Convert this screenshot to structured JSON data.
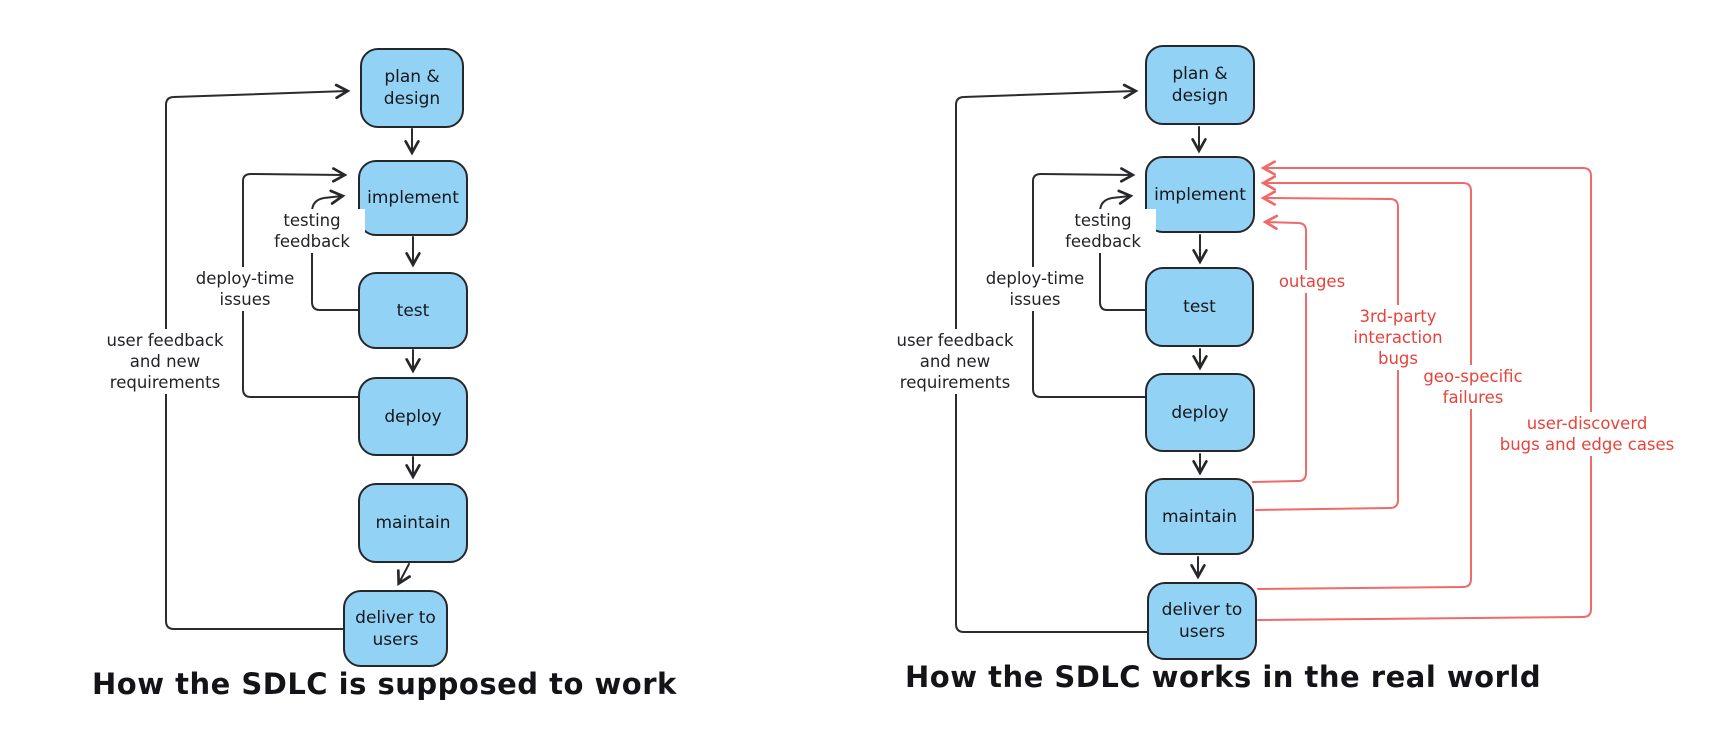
{
  "colors": {
    "box_fill": "#92d3f5",
    "stroke": "#26262b",
    "red_text": "#e8433a",
    "red_arrow": "#f06a6a"
  },
  "diagram_left": {
    "caption": "How the SDLC is supposed to work",
    "nodes": [
      "plan &\ndesign",
      "implement",
      "test",
      "deploy",
      "maintain",
      "deliver to\nusers"
    ],
    "edge_labels": [
      "testing\nfeedback",
      "deploy-time\nissues",
      "user feedback\nand new\nrequirements"
    ]
  },
  "diagram_right": {
    "caption": "How the SDLC works in the real world",
    "nodes": [
      "plan &\ndesign",
      "implement",
      "test",
      "deploy",
      "maintain",
      "deliver to\nusers"
    ],
    "edge_labels": [
      "testing\nfeedback",
      "deploy-time\nissues",
      "user feedback\nand new\nrequirements"
    ],
    "failure_labels": [
      "outages",
      "3rd-party\ninteraction\nbugs",
      "geo-specific\nfailures",
      "user-discoverd\nbugs and edge cases"
    ]
  }
}
